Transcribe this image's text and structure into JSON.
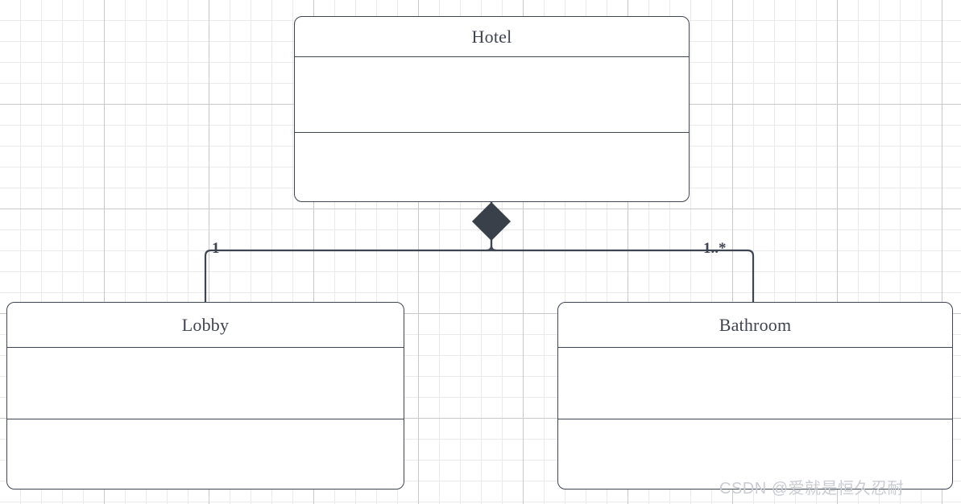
{
  "diagram": {
    "type": "uml-class-diagram",
    "notation": "composition",
    "colors": {
      "stroke": "#3f4652",
      "title_text": "#3f4450",
      "fill": "#ffffff",
      "grid_minor": "#eaeaea",
      "grid_major": "#c9c9c9",
      "diamond_fill": "#3a4049",
      "watermark": "#c9ccd2"
    },
    "classes": [
      {
        "id": "hotel",
        "name": "Hotel",
        "attributes": "",
        "operations": ""
      },
      {
        "id": "lobby",
        "name": "Lobby",
        "attributes": "",
        "operations": ""
      },
      {
        "id": "bathroom",
        "name": "Bathroom",
        "attributes": "",
        "operations": ""
      }
    ],
    "relationships": [
      {
        "id": "hotel-lobby",
        "from": "Hotel",
        "to": "Lobby",
        "kind": "composition",
        "source_multiplicity": "",
        "target_multiplicity": "1"
      },
      {
        "id": "hotel-bathroom",
        "from": "Hotel",
        "to": "Bathroom",
        "kind": "composition",
        "source_multiplicity": "",
        "target_multiplicity": "1..*"
      }
    ]
  },
  "watermark": {
    "text": "CSDN @爱就是恒久忍耐"
  }
}
